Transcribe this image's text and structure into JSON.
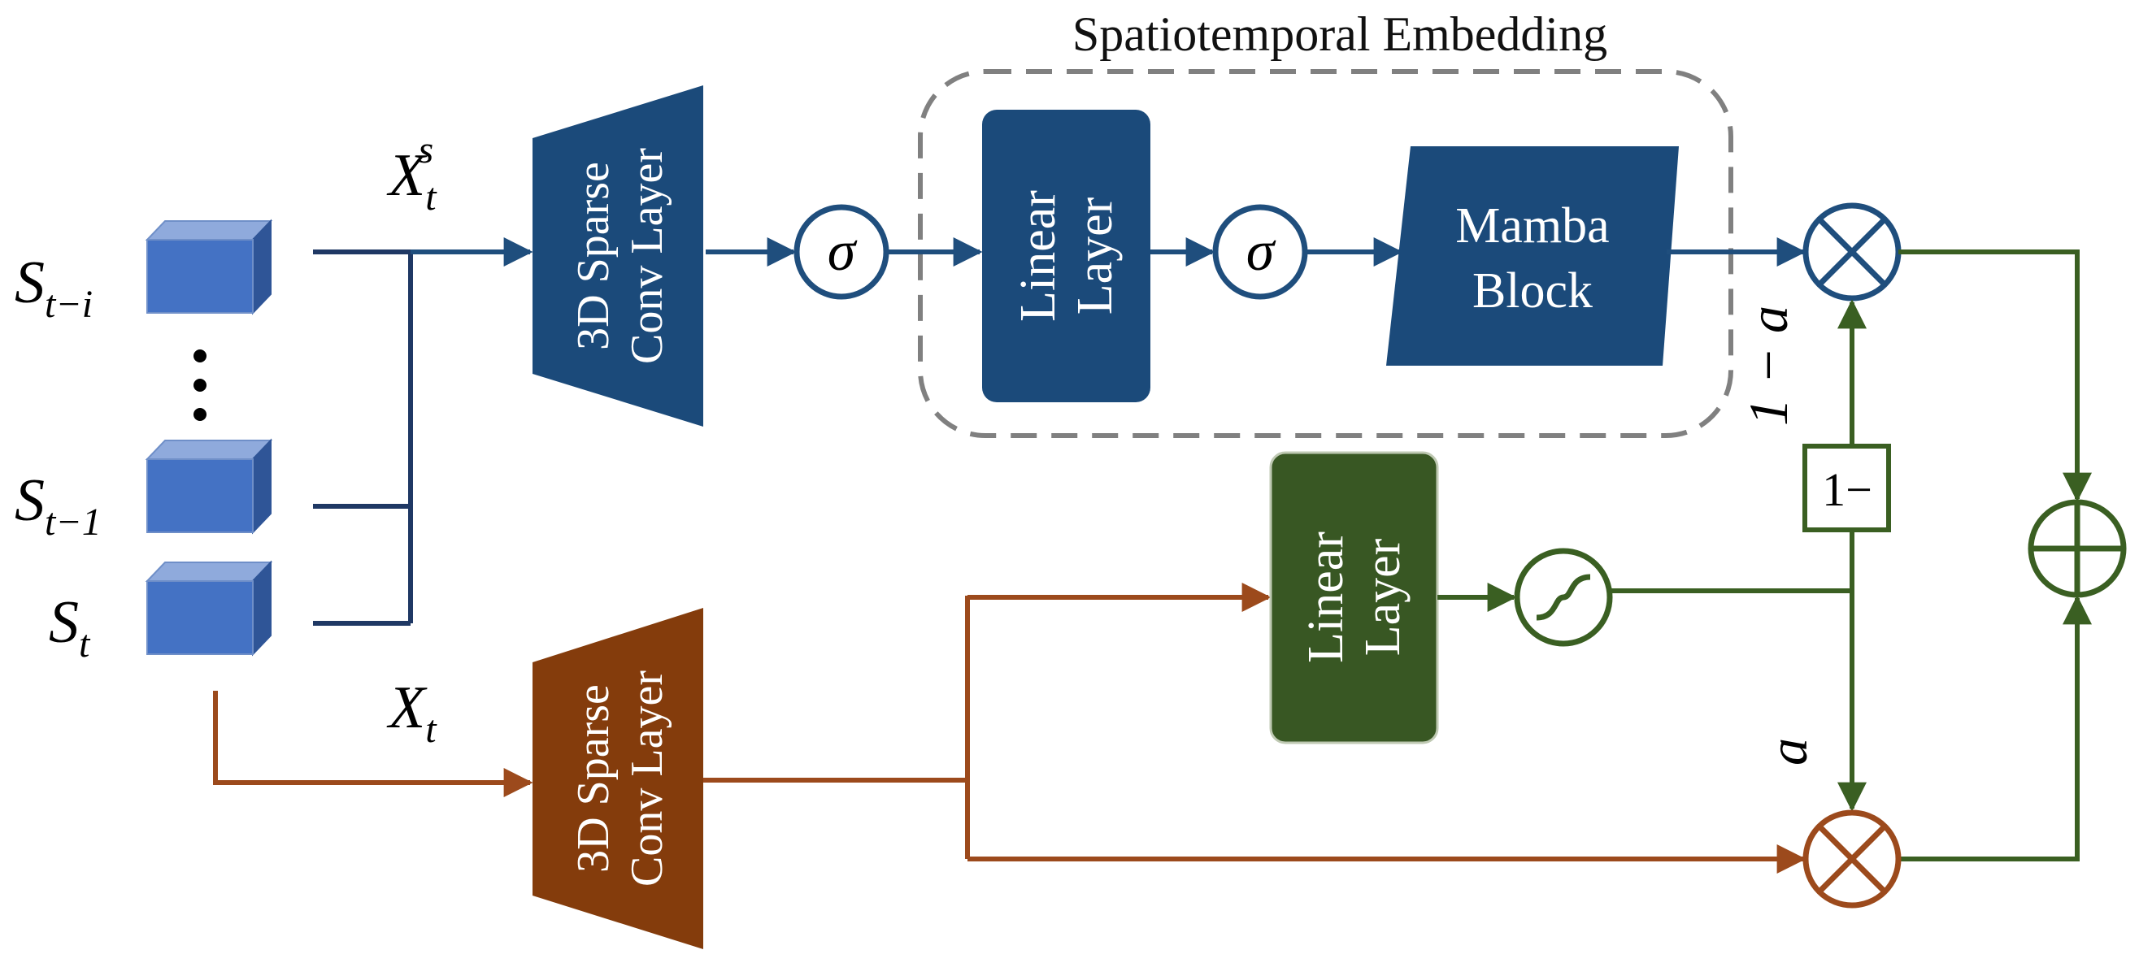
{
  "title": "Spatiotemporal Embedding",
  "inputs": {
    "s_ti": {
      "base": "S",
      "sub": "t−i"
    },
    "s_t1": {
      "base": "S",
      "sub": "t−1"
    },
    "s_t": {
      "base": "S",
      "sub": "t"
    },
    "dots": "⋮"
  },
  "signals": {
    "x_ts": {
      "base": "X",
      "sub": "t",
      "sup": "s"
    },
    "x_t": {
      "base": "X",
      "sub": "t"
    }
  },
  "blocks": {
    "conv_top": {
      "line1": "3D Sparse",
      "line2": "Conv Layer"
    },
    "conv_bottom": {
      "line1": "3D Sparse",
      "line2": "Conv Layer"
    },
    "linear_top": {
      "line1": "Linear",
      "line2": "Layer"
    },
    "linear_bottom": {
      "line1": "Linear",
      "line2": "Layer"
    },
    "mamba": {
      "line1": "Mamba",
      "line2": "Block"
    },
    "one_minus": "1−"
  },
  "operators": {
    "sigma": "σ",
    "multiply_symbol": "⊗",
    "add_symbol": "⊕",
    "sigmoid": "sigmoid"
  },
  "gates": {
    "one_minus_a": "1 − a",
    "a": "a"
  },
  "colors": {
    "blue": "#1b4a7a",
    "blue_line": "#1f4e7d",
    "navy_line": "#1f3864",
    "cube": "#4472c4",
    "orange": "#843c0c",
    "orange_line": "#9c4a1c",
    "green": "#385723",
    "green_line": "#3a5f22",
    "dash": "#808080"
  }
}
